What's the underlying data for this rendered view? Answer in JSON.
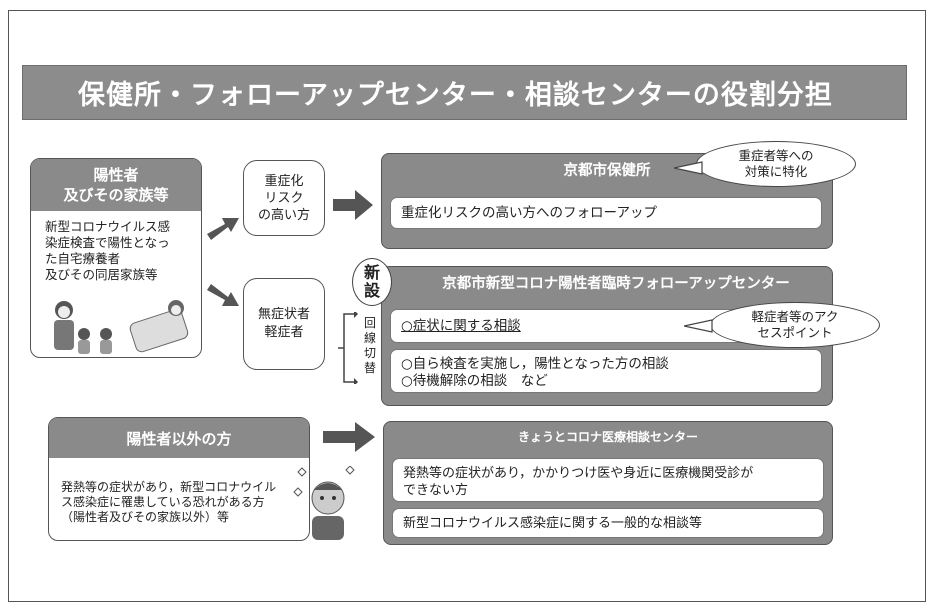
{
  "title": "保健所・フォローアップセンター・相談センターの役割分担",
  "positive_box": {
    "header_line1": "陽性者",
    "header_line2": "及びその家族等",
    "desc": [
      "新型コロナウイルス感",
      "染症検査で陽性となっ",
      "た自宅療養者",
      "及びその同居家族等"
    ]
  },
  "high_risk": [
    "重症化",
    "リスク",
    "の高い方"
  ],
  "mild": [
    "無症状者",
    "軽症者"
  ],
  "switch_label": [
    "回",
    "線",
    "切",
    "替"
  ],
  "new_badge": [
    "新",
    "設"
  ],
  "hokenjo": {
    "header": "京都市保健所",
    "item": "重症化リスクの高い方へのフォローアップ",
    "callout": [
      "重症者等への",
      "対策に特化"
    ]
  },
  "followup": {
    "header": "京都市新型コロナ陽性者臨時フォローアップセンター",
    "item1": "○症状に関する相談",
    "item2_line1": "○自ら検査を実施し，陽性となった方の相談",
    "item2_line2": "○待機解除の相談　など",
    "callout": [
      "軽症者等のアク",
      "セスポイント"
    ]
  },
  "other_box": {
    "header": "陽性者以外の方",
    "desc": [
      "発熱等の症状があり，新型コロナウイル",
      "ス感染症に罹患している恐れがある方",
      "（陽性者及びその家族以外）等"
    ]
  },
  "kyoto_center": {
    "header": "きょうとコロナ医療相談センター",
    "item1_line1": "発熱等の症状があり，かかりつけ医や身近に医療機関受診が",
    "item1_line2": "できない方",
    "item2": "新型コロナウイルス感染症に関する一般的な相談等"
  },
  "colors": {
    "header_gray": "#8a8a8a",
    "border": "#555555",
    "background": "#ffffff"
  }
}
